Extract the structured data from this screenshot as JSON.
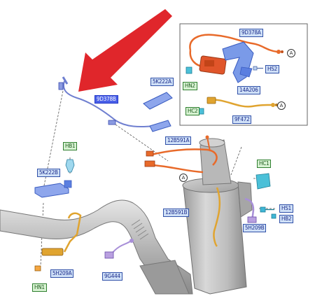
{
  "labels": {
    "9D378A": "9D378A",
    "HS2": "HS2",
    "HN2": "HN2",
    "14A206": "14A206",
    "HC2": "HC2",
    "9F472": "9F472",
    "9D378B": "9D378B",
    "5K222A": "5K222A",
    "HB1": "HB1",
    "5K222B": "5K222B",
    "12B591A": "12B591A",
    "HC1": "HC1",
    "12B591B": "12B591B",
    "HS1": "HS1",
    "HB2": "HB2",
    "5H209B": "5H209B",
    "5H209A": "5H209A",
    "9G444": "9G444",
    "HN1": "HN1"
  },
  "connector_refs": {
    "a1": "A",
    "a2": "A",
    "a3": "A"
  },
  "colors": {
    "arrow": "#e0262b",
    "orange_harness": "#e86a2a",
    "yellow_harness": "#e0a430",
    "purple_part": "#a88fd8",
    "blue_part": "#5b7fe0",
    "label_blue": "#cfe0f7",
    "label_green": "#d7f2d2",
    "highlight_label": "#4a60e8"
  }
}
